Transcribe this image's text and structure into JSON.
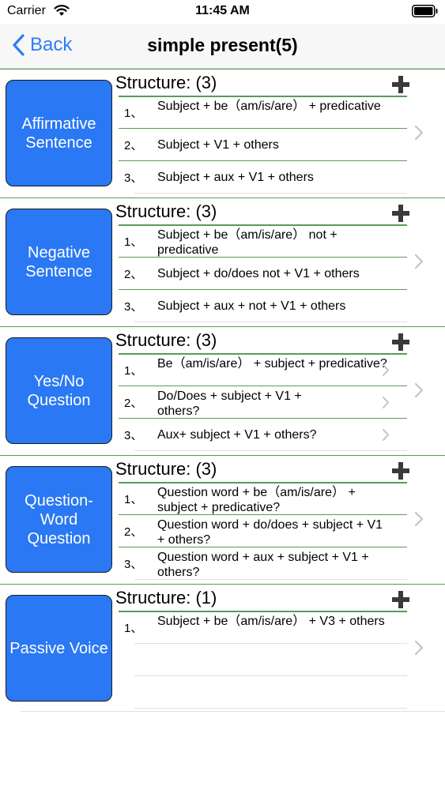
{
  "status_bar": {
    "carrier": "Carrier",
    "time": "11:45 AM"
  },
  "nav": {
    "back_label": "Back",
    "title": "simple present(5)"
  },
  "sections": [
    {
      "category": "Affirmative Sentence",
      "structure_title": "Structure: (3)",
      "rows": [
        {
          "num": "1、",
          "text": "Subject + be（am/is/are） + predicative"
        },
        {
          "num": "2、",
          "text": "Subject + V1 + others"
        },
        {
          "num": "3、",
          "text": "Subject + aux + V1 + others"
        }
      ]
    },
    {
      "category": "Negative Sentence",
      "structure_title": "Structure: (3)",
      "rows": [
        {
          "num": "1、",
          "text": "Subject + be（am/is/are） not + predicative"
        },
        {
          "num": "2、",
          "text": "Subject + do/does not + V1 + others"
        },
        {
          "num": "3、",
          "text": "Subject + aux + not + V1 + others"
        }
      ]
    },
    {
      "category": "Yes/No Question",
      "structure_title": "Structure: (3)",
      "rows": [
        {
          "num": "1、",
          "text": "Be（am/is/are） + subject + predicative?"
        },
        {
          "num": "2、",
          "text": "Do/Does + subject + V1 + others?"
        },
        {
          "num": "3、",
          "text": "Aux+ subject + V1 + others?"
        }
      ]
    },
    {
      "category": "Question-Word Question",
      "structure_title": "Structure: (3)",
      "rows": [
        {
          "num": "1、",
          "text": "Question word + be（am/is/are） + subject + predicative?"
        },
        {
          "num": "2、",
          "text": "Question word + do/does + subject + V1 + others?"
        },
        {
          "num": "3、",
          "text": "Question word + aux + subject + V1 + others?"
        }
      ]
    },
    {
      "category": "Passive Voice",
      "structure_title": "Structure: (1)",
      "rows": [
        {
          "num": "1、",
          "text": "Subject + be（am/is/are） + V3 + others"
        }
      ]
    }
  ],
  "colors": {
    "accent_blue": "#2f7cf6",
    "button_blue": "#2a78f3",
    "divider_green": "#5a9a5a"
  },
  "icons": {
    "back": "chevron-left-icon",
    "add": "plus-icon",
    "disclosure": "chevron-right-icon",
    "wifi": "wifi-icon",
    "battery": "battery-icon"
  }
}
